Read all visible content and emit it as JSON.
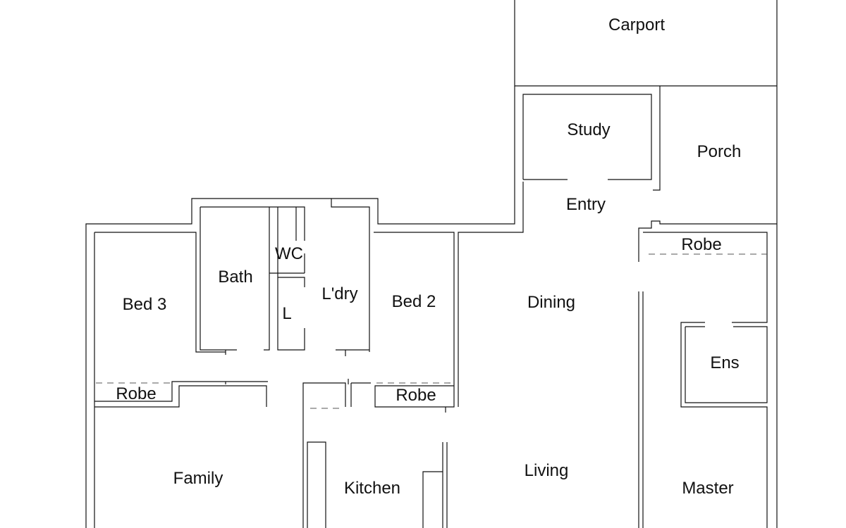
{
  "rooms": {
    "carport": "Carport",
    "study": "Study",
    "porch": "Porch",
    "entry": "Entry",
    "robe_master": "Robe",
    "wc": "WC",
    "bath": "Bath",
    "laundry": "L'dry",
    "bed3": "Bed 3",
    "bed2": "Bed 2",
    "dining": "Dining",
    "linen": "L",
    "ensuite": "Ens",
    "robe_bed3": "Robe",
    "robe_bed2": "Robe",
    "family": "Family",
    "kitchen": "Kitchen",
    "living": "Living",
    "master": "Master"
  }
}
